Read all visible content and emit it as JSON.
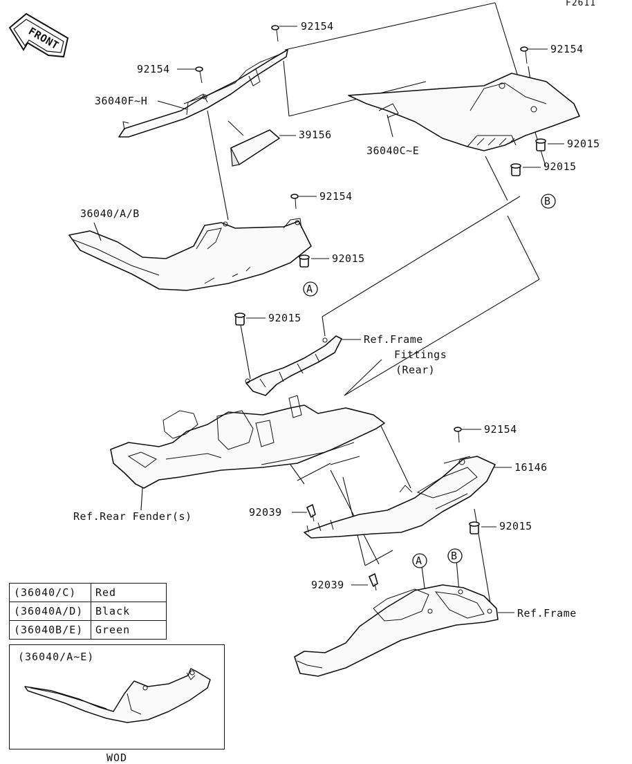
{
  "figure_id": "F2611",
  "front_label": "FRONT",
  "callouts": {
    "c1": "92154",
    "c2": "92154",
    "c3": "92154",
    "c4": "36040F~H",
    "c5": "39156",
    "c6": "36040C~E",
    "c7": "92015",
    "c8": "92015",
    "c9": "92154",
    "c10": "36040/A/B",
    "c11": "92015",
    "c12": "92015",
    "c13": "Ref.Frame",
    "c14": "Fittings",
    "c15": "(Rear)",
    "c16": "92154",
    "c17": "16146",
    "c18": "Ref.Rear Fender(s)",
    "c19": "92039",
    "c20": "92015",
    "c21": "92039",
    "c22": "Ref.Frame"
  },
  "markers": {
    "a1": "B",
    "a2": "A",
    "a3": "A",
    "a4": "B"
  },
  "color_table": {
    "rows": [
      {
        "code": "(36040/C)",
        "color": "Red"
      },
      {
        "code": "(36040A/D)",
        "color": "Black"
      },
      {
        "code": "(36040B/E)",
        "color": "Green"
      }
    ]
  },
  "detail_box": {
    "title": "(36040/A~E)",
    "caption": "WOD"
  }
}
